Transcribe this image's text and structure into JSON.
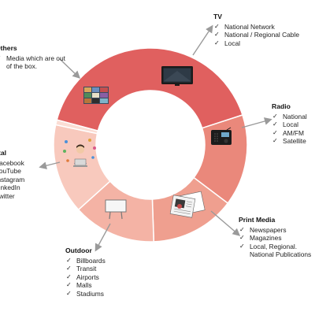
{
  "colors": {
    "tv": "#e0605f",
    "radio": "#ea887b",
    "print_media": "#ef9f8f",
    "outdoor": "#f4b3a5",
    "digital": "#f8c9bd",
    "others": "#fbddd4",
    "arrow": "#9a9a9a"
  },
  "segments": [
    {
      "key": "tv",
      "title": "TV",
      "icon": "television-icon",
      "items": [
        "National Network",
        "National / Regional Cable",
        "Local"
      ]
    },
    {
      "key": "radio",
      "title": "Radio",
      "icon": "radio-icon",
      "items": [
        "National",
        "Local",
        "AM/FM",
        "Satellite"
      ]
    },
    {
      "key": "print_media",
      "title": "Print Media",
      "icon": "newspaper-icon",
      "items": [
        "Newspapers",
        "Magazines",
        "Local, Regional. National Publications"
      ]
    },
    {
      "key": "outdoor",
      "title": "Outdoor",
      "icon": "billboard-icon",
      "items": [
        "Billboards",
        "Transit",
        "Airports",
        "Malls",
        "Stadiums"
      ]
    },
    {
      "key": "digital",
      "title": "igital",
      "icon": "digital-media-person-icon",
      "items": [
        "Facebook",
        "YouTube",
        "Instagram",
        "LinkedIn",
        "Twitter"
      ]
    },
    {
      "key": "others",
      "title": "Others",
      "icon": "photo-collage-icon",
      "items": [
        "Media which are out of the box."
      ]
    }
  ]
}
